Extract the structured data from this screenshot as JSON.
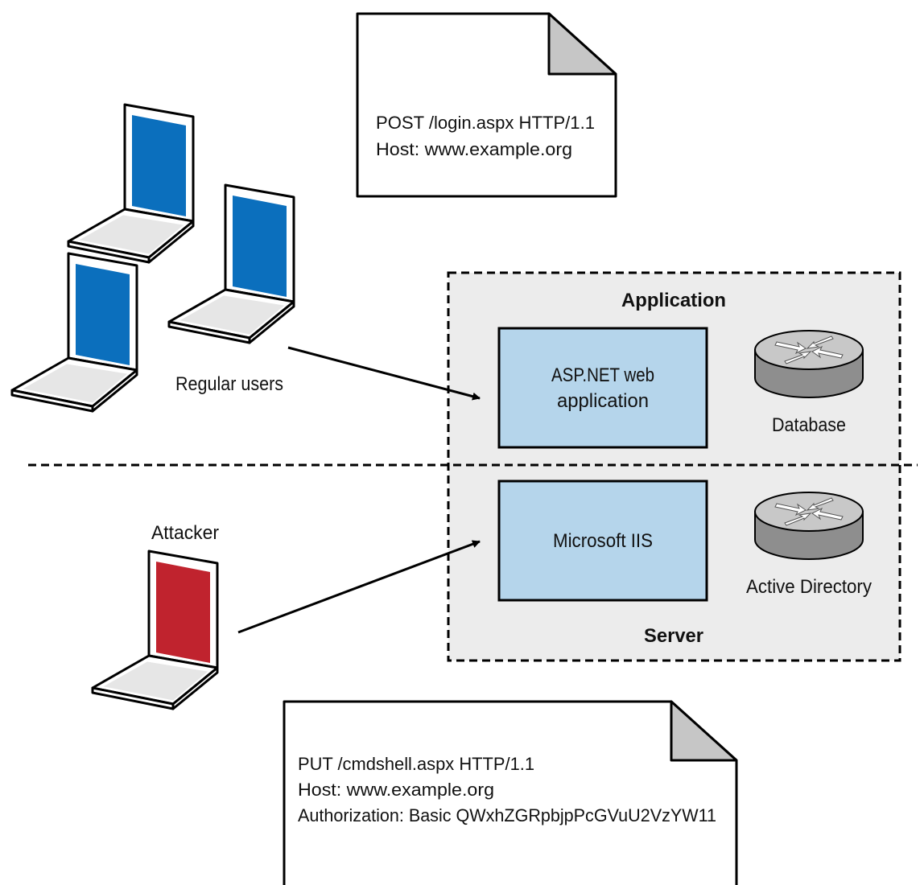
{
  "colors": {
    "user_screen": "#0b6fbd",
    "attacker_screen": "#c0232e",
    "component_fill": "#b5d5eb",
    "server_zone_fill": "#ececec",
    "device_body": "#999999",
    "device_top": "#c9c9c9"
  },
  "requests": {
    "login": {
      "line1": "POST /login.aspx HTTP/1.1",
      "line2": "Host: www.example.org"
    },
    "attack": {
      "line1": "PUT /cmdshell.aspx HTTP/1.1",
      "line2": "Host: www.example.org",
      "line3": "Authorization: Basic QWxhZGRpbjpPcGVuU2VzYW11"
    }
  },
  "actors": {
    "regular_users": "Regular users",
    "attacker": "Attacker"
  },
  "zones": {
    "application": "Application",
    "server": "Server"
  },
  "components": {
    "web_app_line1": "ASP.NET web",
    "web_app_line2": "application",
    "iis": "Microsoft IIS",
    "database": "Database",
    "active_directory": "Active Directory"
  },
  "icons": {
    "laptop": "laptop-icon",
    "database": "database-icon",
    "active_directory": "active-directory-icon"
  }
}
